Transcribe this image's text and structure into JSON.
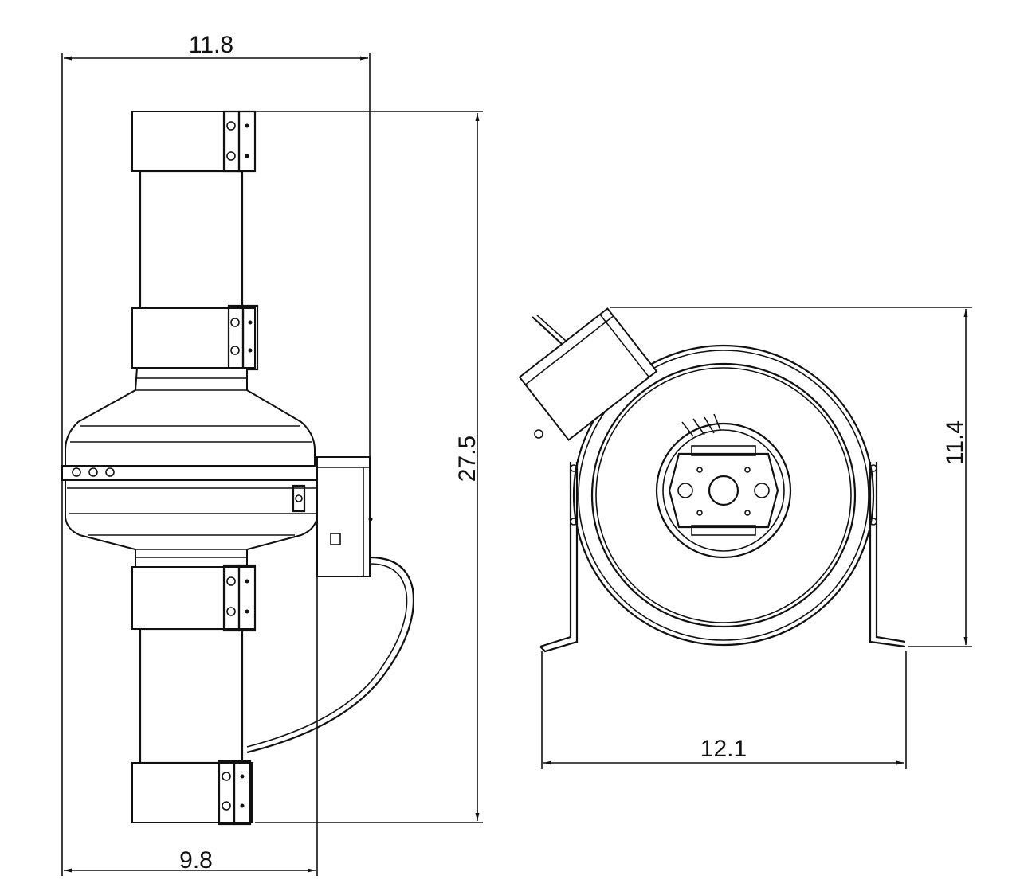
{
  "dimensions": {
    "side_view_overall_width": "11.8",
    "side_view_base_width": "9.8",
    "side_view_overall_height": "27.5",
    "end_view_height": "11.4",
    "end_view_width": "12.1"
  }
}
